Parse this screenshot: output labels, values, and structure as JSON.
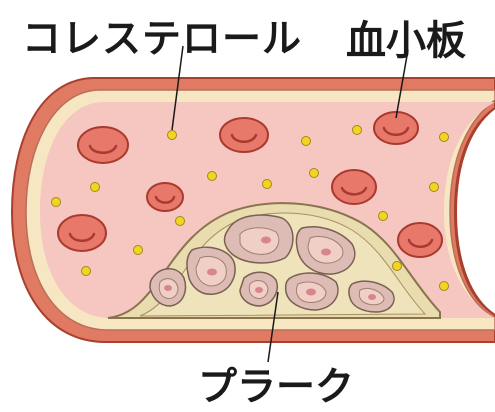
{
  "labels": {
    "cholesterol": "コレステロール",
    "platelet": "血小板",
    "plaque": "プラーク"
  },
  "colors": {
    "vessel_outer": "#e07a62",
    "vessel_inner_lining": "#f7e6c2",
    "lumen": "#f6c6c0",
    "red_cell_fill": "#e8786a",
    "red_cell_stroke": "#a83a30",
    "cholesterol_dot": "#f5d420",
    "plaque_fill": "#e9dcae",
    "plaque_cell": "#dcbcb4"
  },
  "icons": [
    "red-blood-cell",
    "cholesterol-particle",
    "plaque-cell"
  ]
}
